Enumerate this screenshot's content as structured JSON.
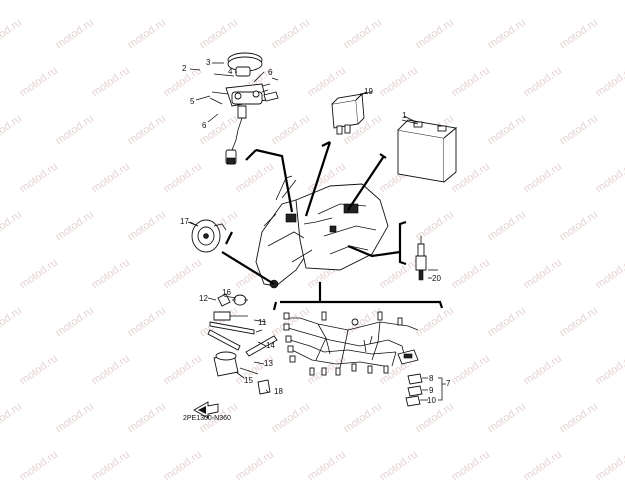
{
  "watermark": {
    "text": "motod.ru"
  },
  "diagram": {
    "figure_code": "2PE1300-N360",
    "part_numbers": [
      "1",
      "2",
      "3",
      "4",
      "5",
      "6",
      "7",
      "8",
      "9",
      "10",
      "11",
      "12",
      "13",
      "14",
      "15",
      "16",
      "17",
      "18",
      "19",
      "20"
    ]
  }
}
